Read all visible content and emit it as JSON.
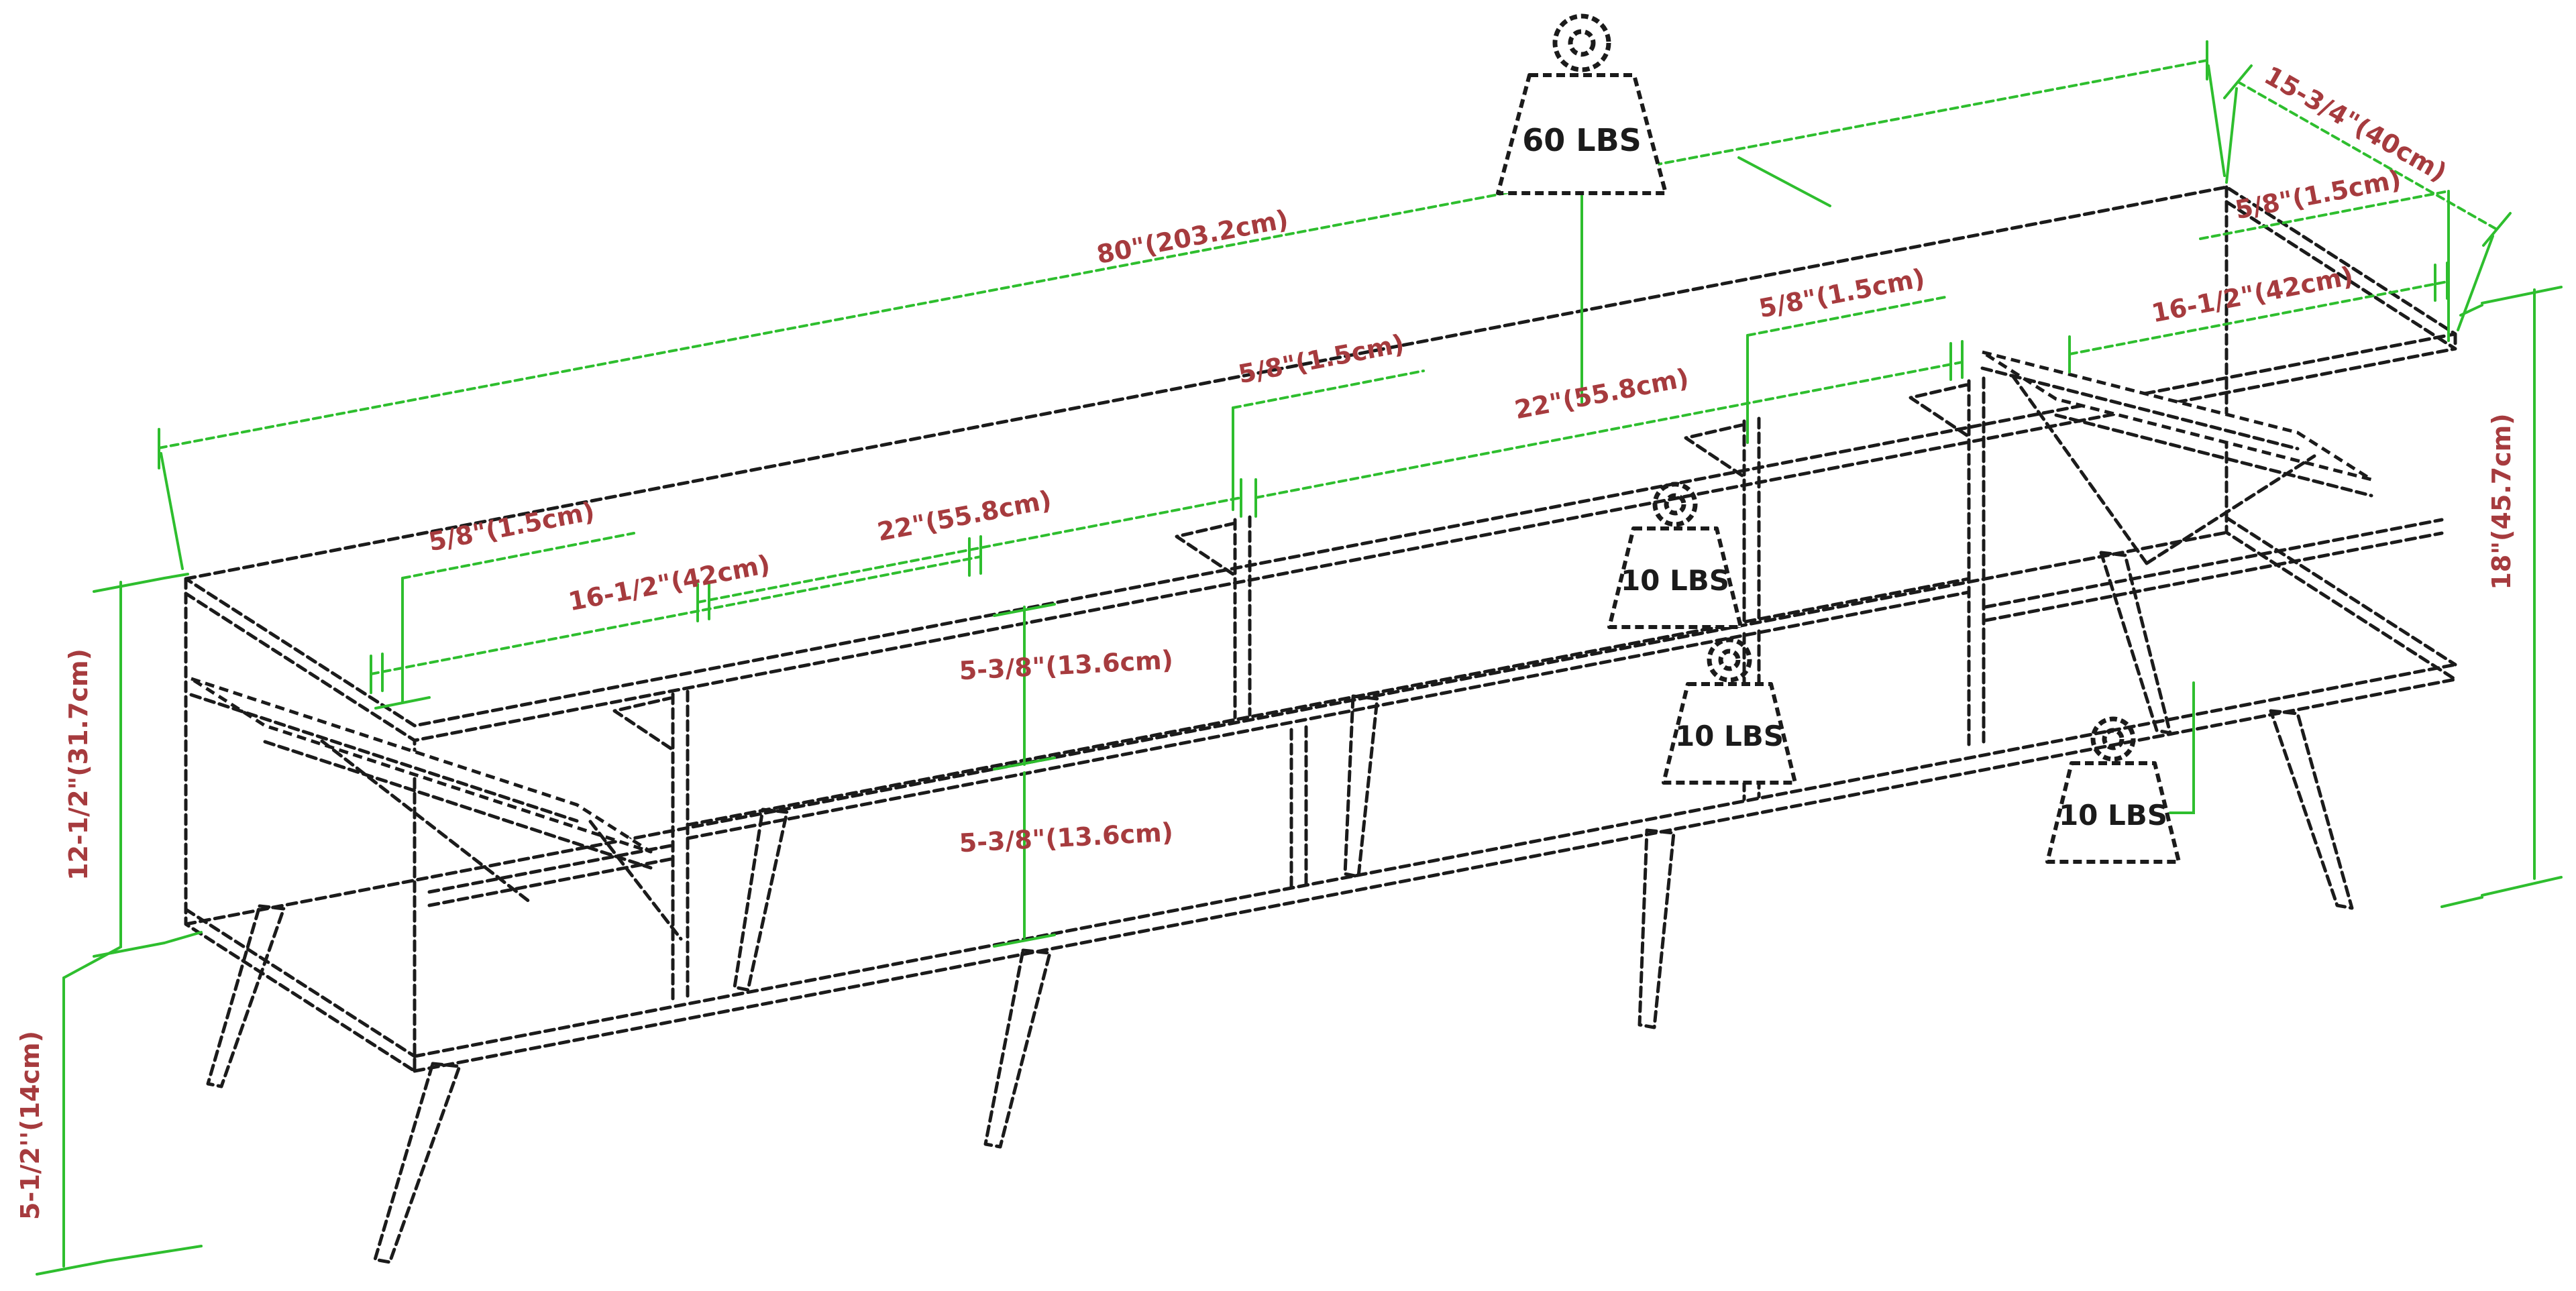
{
  "diagram": {
    "title": "TV stand dimension diagram",
    "background": "#ffffff",
    "colors": {
      "outline": "#1b1b1b",
      "dimension_line": "#2ebe2e",
      "dimension_text": "#a63b3e",
      "weight_text": "#1b1b1b"
    },
    "weight_labels": {
      "top_surface": "60 LBS",
      "upper_shelf": "10 LBS",
      "lower_shelf": "10 LBS",
      "right_cabinet": "10 LBS"
    },
    "dimension_labels": {
      "overall_width": "80\"(203.2cm)",
      "top_depth": "15-3/4\"(40cm)",
      "panel_thickness_top_right": "5/8\"(1.5cm)",
      "drawer_front_width_right": "16-1/2\"(42cm)",
      "divider_thickness_right": "5/8\"(1.5cm)",
      "opening_width_right": "22\"(55.8cm)",
      "divider_thickness_center": "5/8\"(1.5cm)",
      "opening_width_left": "22\"(55.8cm)",
      "panel_thickness_left": "5/8\"(1.5cm)",
      "drawer_front_width_left": "16-1/2\"(42cm)",
      "shelf_opening_height_upper": "5-3/8\"(13.6cm)",
      "shelf_opening_height_lower": "5-3/8\"(13.6cm)",
      "cabinet_height": "12-1/2\"(31.7cm)",
      "leg_height": "5-1/2''(14cm)",
      "total_height": "18\"(45.7cm)"
    }
  }
}
